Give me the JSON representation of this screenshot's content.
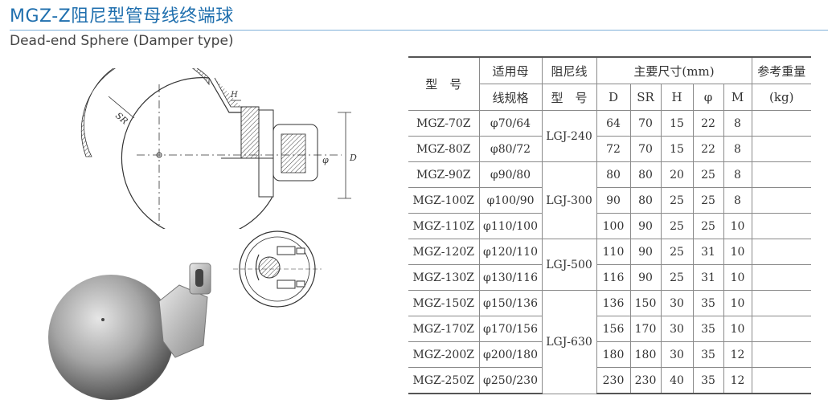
{
  "header": {
    "title": "MGZ-Z阻尼型管母线终端球",
    "subtitle": "Dead-end Sphere (Damper type)"
  },
  "drawing": {
    "label_sr": "SR",
    "label_h": "H",
    "label_phi": "φ",
    "label_d": "D"
  },
  "table": {
    "header": {
      "model": "型　号",
      "busbar_line1": "适用母",
      "busbar_line2": "线规格",
      "damper_line1": "阻尼线",
      "damper_line2": "型　号",
      "dims": "主要尺寸(mm)",
      "weight_line1": "参考重量",
      "weight_line2": "(kg)",
      "sub": [
        "D",
        "SR",
        "H",
        "φ",
        "M"
      ]
    },
    "rows": [
      {
        "model": "MGZ-70Z",
        "spec": "φ70/64",
        "D": "64",
        "SR": "70",
        "H": "15",
        "phi": "22",
        "M": "8"
      },
      {
        "model": "MGZ-80Z",
        "spec": "φ80/72",
        "D": "72",
        "SR": "70",
        "H": "15",
        "phi": "22",
        "M": "8"
      },
      {
        "model": "MGZ-90Z",
        "spec": "φ90/80",
        "D": "80",
        "SR": "80",
        "H": "20",
        "phi": "25",
        "M": "8"
      },
      {
        "model": "MGZ-100Z",
        "spec": "φ100/90",
        "D": "90",
        "SR": "80",
        "H": "25",
        "phi": "25",
        "M": "8"
      },
      {
        "model": "MGZ-110Z",
        "spec": "φ110/100",
        "D": "100",
        "SR": "90",
        "H": "25",
        "phi": "25",
        "M": "10"
      },
      {
        "model": "MGZ-120Z",
        "spec": "φ120/110",
        "D": "110",
        "SR": "90",
        "H": "25",
        "phi": "31",
        "M": "10"
      },
      {
        "model": "MGZ-130Z",
        "spec": "φ130/116",
        "D": "116",
        "SR": "90",
        "H": "25",
        "phi": "31",
        "M": "10"
      },
      {
        "model": "MGZ-150Z",
        "spec": "φ150/136",
        "D": "136",
        "SR": "150",
        "H": "30",
        "phi": "35",
        "M": "10"
      },
      {
        "model": "MGZ-170Z",
        "spec": "φ170/156",
        "D": "156",
        "SR": "170",
        "H": "30",
        "phi": "35",
        "M": "10"
      },
      {
        "model": "MGZ-200Z",
        "spec": "φ200/180",
        "D": "180",
        "SR": "180",
        "H": "30",
        "phi": "35",
        "M": "12"
      },
      {
        "model": "MGZ-250Z",
        "spec": "φ250/230",
        "D": "230",
        "SR": "230",
        "H": "40",
        "phi": "35",
        "M": "12"
      }
    ],
    "damper_groups": [
      "LGJ-240",
      "LGJ-300",
      "LGJ-500",
      "LGJ-630"
    ]
  }
}
